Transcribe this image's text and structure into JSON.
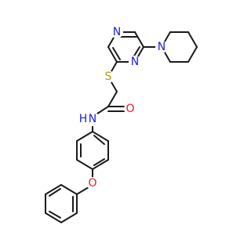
{
  "molecule": {
    "colors": {
      "bond": "#1a1a1a",
      "nitrogen": "#1f1fe0",
      "oxygen": "#e02020",
      "sulfur": "#b3a000"
    },
    "atom_labels": {
      "piperidine_n": "N",
      "pyrimidine_n3": "N",
      "pyrimidine_n1": "N",
      "thioether_s": "S",
      "carbonyl_o": "O",
      "amide_n": "N",
      "amide_h": "H",
      "ether_o": "O"
    }
  }
}
